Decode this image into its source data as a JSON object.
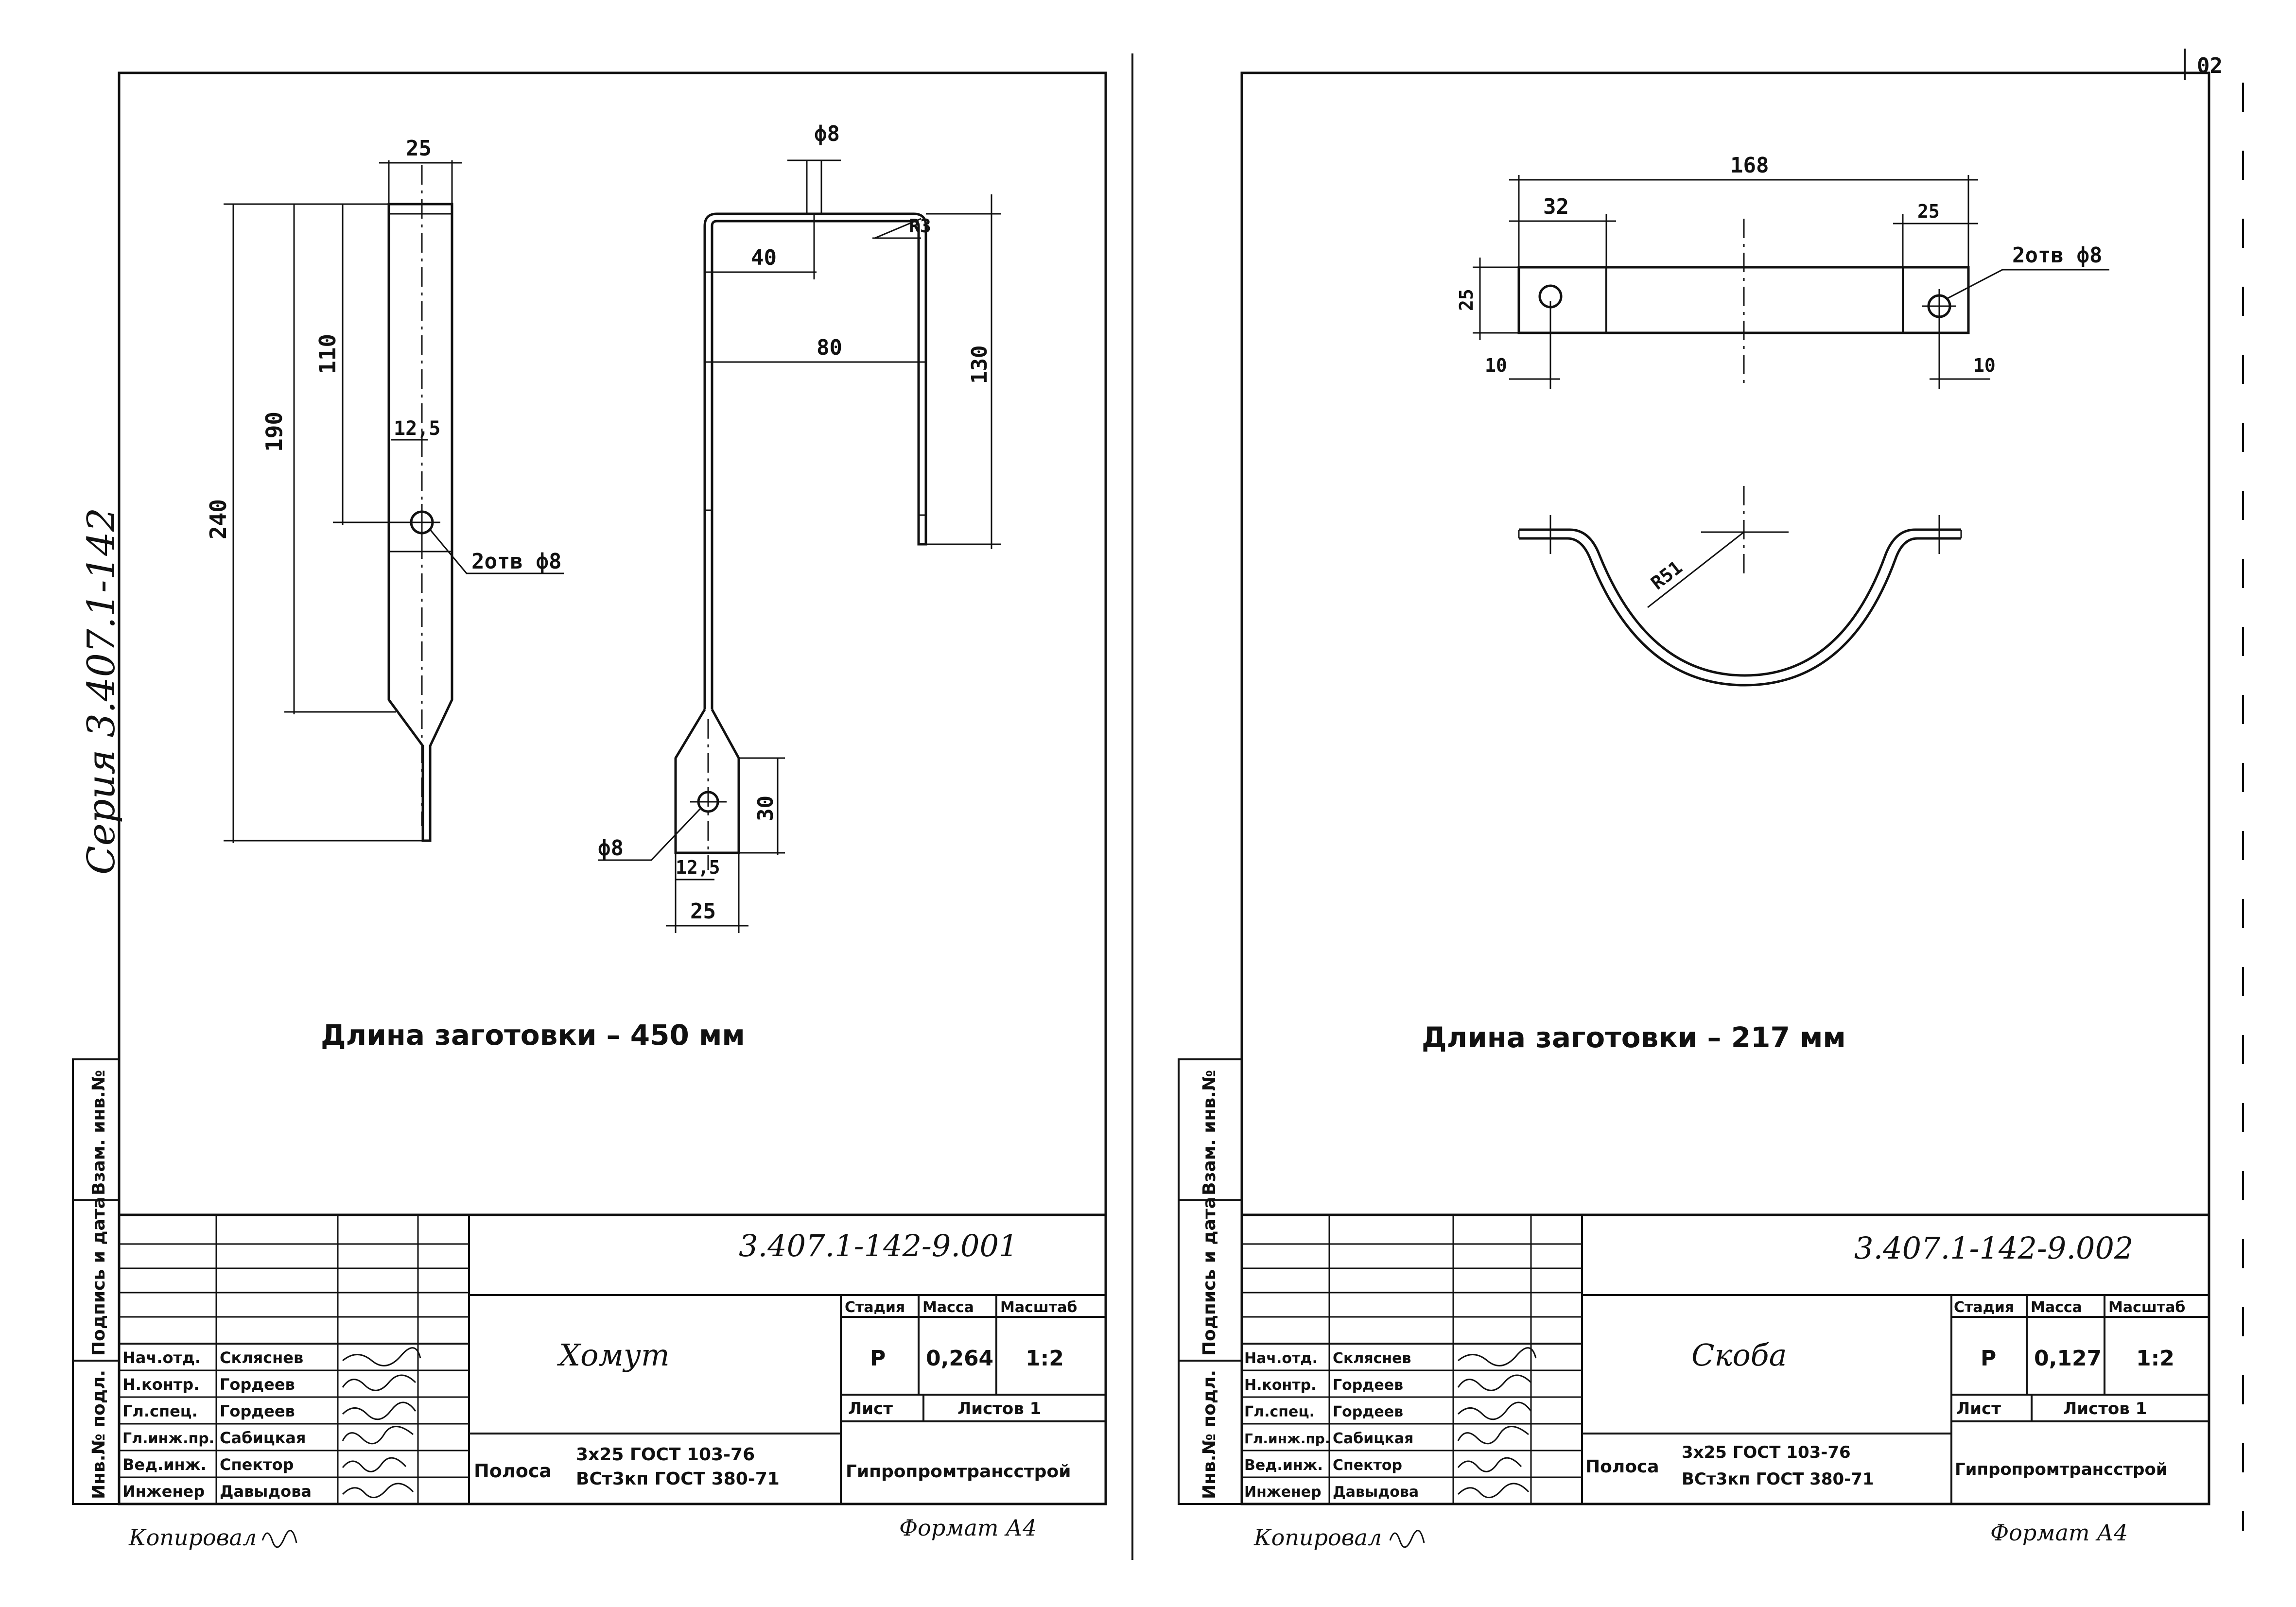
{
  "page_number": "02",
  "series": "Серия 3.407.1-142",
  "left_sheet": {
    "dims": {
      "d25_top": "25",
      "d240": "240",
      "d190": "190",
      "d110": "110",
      "d12_5_top": "12,5",
      "holes_top": "2отв ф8",
      "phi8_top": "ф8",
      "r3": "R3",
      "d40": "40",
      "d80": "80",
      "d130": "130",
      "d30": "30",
      "phi8_bottom": "ф8",
      "d12_5_bottom": "12,5",
      "d25_bottom": "25"
    },
    "blank_length": "Длина заготовки – 450 мм",
    "side_labels": [
      "Инв.№ подл.",
      "Подпись и дата",
      "Взам. инв.№"
    ],
    "doc_code": "3.407.1-142-9.001",
    "title": "Хомут",
    "stage_label": "Стадия",
    "mass_label": "Масса",
    "scale_label": "Масштаб",
    "stage": "Р",
    "mass": "0,264",
    "scale": "1:2",
    "sheet_label": "Лист",
    "sheets_label": "Листов 1",
    "material_label": "Полоса",
    "material_line1": "3х25 ГОСТ 103-76",
    "material_line2": "ВСт3кп ГОСТ 380-71",
    "org": "Гипропромтрансстрой",
    "roles": [
      {
        "role": "Нач.отд.",
        "name": "Скляснев"
      },
      {
        "role": "Н.контр.",
        "name": "Гордеев"
      },
      {
        "role": "Гл.спец.",
        "name": "Гордеев"
      },
      {
        "role": "Гл.инж.пр.",
        "name": "Сабицкая"
      },
      {
        "role": "Вед.инж.",
        "name": "Спектор"
      },
      {
        "role": "Инженер",
        "name": "Давыдова"
      }
    ],
    "copied": "Копировал",
    "format": "Формат А4"
  },
  "right_sheet": {
    "dims": {
      "d168": "168",
      "d32": "32",
      "d25_right": "25",
      "holes": "2отв ф8",
      "d25_left": "25",
      "d10_left": "10",
      "d10_right": "10",
      "r51": "R51"
    },
    "blank_length": "Длина заготовки – 217 мм",
    "side_labels": [
      "Инв.№ подл.",
      "Подпись и дата",
      "Взам. инв.№"
    ],
    "doc_code": "3.407.1-142-9.002",
    "title": "Скоба",
    "stage_label": "Стадия",
    "mass_label": "Масса",
    "scale_label": "Масштаб",
    "stage": "Р",
    "mass": "0,127",
    "scale": "1:2",
    "sheet_label": "Лист",
    "sheets_label": "Листов 1",
    "material_label": "Полоса",
    "material_line1": "3х25 ГОСТ 103-76",
    "material_line2": "ВСт3кп ГОСТ 380-71",
    "org": "Гипропромтрансстрой",
    "roles": [
      {
        "role": "Нач.отд.",
        "name": "Скляснев"
      },
      {
        "role": "Н.контр.",
        "name": "Гордеев"
      },
      {
        "role": "Гл.спец.",
        "name": "Гордеев"
      },
      {
        "role": "Гл.инж.пр.",
        "name": "Сабицкая"
      },
      {
        "role": "Вед.инж.",
        "name": "Спектор"
      },
      {
        "role": "Инженер",
        "name": "Давыдова"
      }
    ],
    "copied": "Копировал",
    "format": "Формат А4"
  }
}
